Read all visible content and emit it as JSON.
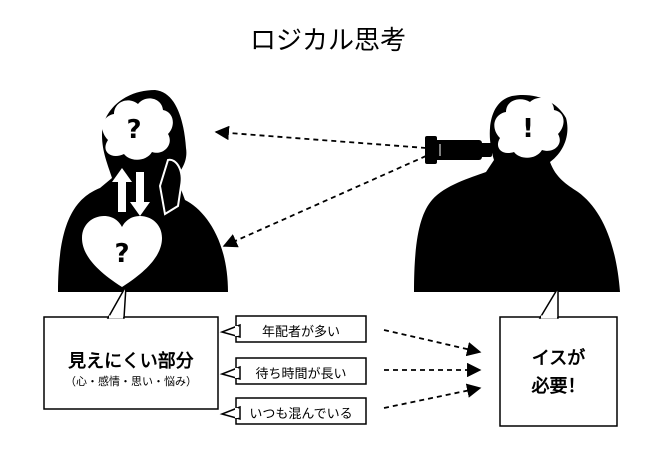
{
  "title": "ロジカル思考",
  "left_box": {
    "main": "見えにくい部分",
    "sub": "（心・感情・思い・悩み）"
  },
  "reasons": [
    "年配者が多い",
    "待ち時間が長い",
    "いつも混んでいる"
  ],
  "right_box": {
    "line1": "イスが",
    "line2": "必要！"
  },
  "marks": {
    "head": "?",
    "heart": "?",
    "observer": "!"
  },
  "colors": {
    "ink": "#000000",
    "paper": "#ffffff"
  }
}
